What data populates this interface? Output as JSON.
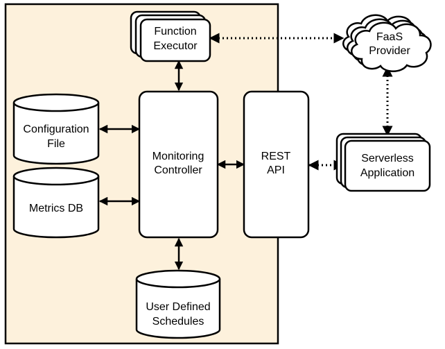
{
  "colors": {
    "system_boundary_fill": "#fdf1dc",
    "stroke": "#000000",
    "node_fill": "#ffffff"
  },
  "nodes": {
    "function_executor": {
      "line1": "Function",
      "line2": "Executor"
    },
    "faas_provider": {
      "line1": "FaaS",
      "line2": "Provider"
    },
    "configuration_file": {
      "line1": "Configuration",
      "line2": "File"
    },
    "metrics_db": {
      "line1": "Metrics DB"
    },
    "monitoring_controller": {
      "line1": "Monitoring",
      "line2": "Controller"
    },
    "rest_api": {
      "line1": "REST",
      "line2": "API"
    },
    "serverless_application": {
      "line1": "Serverless",
      "line2": "Application"
    },
    "user_defined_schedules": {
      "line1": "User Defined",
      "line2": "Schedules"
    }
  },
  "edges": [
    {
      "from": "function_executor",
      "to": "monitoring_controller",
      "style": "solid",
      "direction": "both"
    },
    {
      "from": "configuration_file",
      "to": "monitoring_controller",
      "style": "solid",
      "direction": "both"
    },
    {
      "from": "metrics_db",
      "to": "monitoring_controller",
      "style": "solid",
      "direction": "both"
    },
    {
      "from": "monitoring_controller",
      "to": "rest_api",
      "style": "solid",
      "direction": "both"
    },
    {
      "from": "monitoring_controller",
      "to": "user_defined_schedules",
      "style": "solid",
      "direction": "both"
    },
    {
      "from": "function_executor",
      "to": "faas_provider",
      "style": "dotted",
      "direction": "both"
    },
    {
      "from": "faas_provider",
      "to": "serverless_application",
      "style": "dotted",
      "direction": "both"
    },
    {
      "from": "rest_api",
      "to": "serverless_application",
      "style": "dotted",
      "direction": "both"
    }
  ]
}
